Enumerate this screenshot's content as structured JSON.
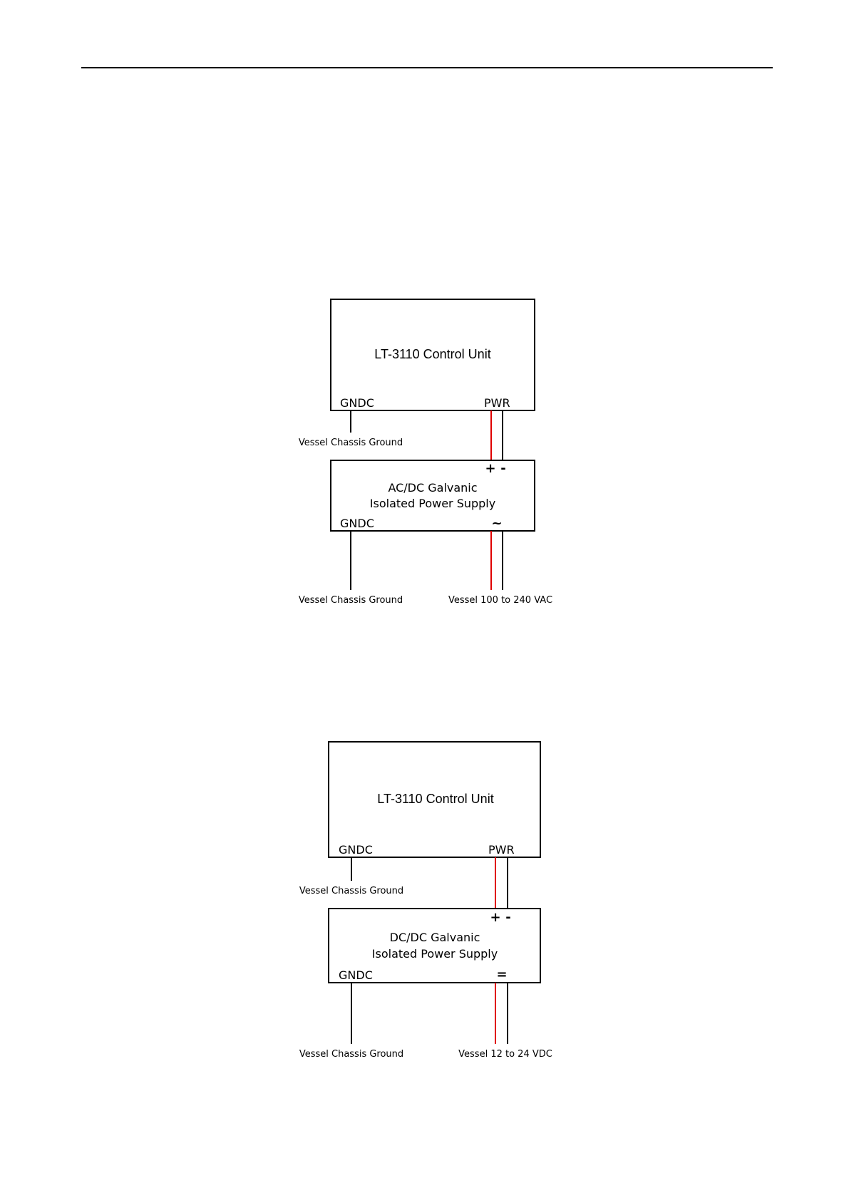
{
  "colors": {
    "line": "#000000",
    "positive_wire": "#e00000",
    "background": "#ffffff"
  },
  "diagram_ac": {
    "control_unit": {
      "title": "LT-3110 Control Unit",
      "gndc": "GNDC",
      "pwr": "PWR"
    },
    "chassis_ground_upper": "Vessel Chassis Ground",
    "power_supply": {
      "plus": "+",
      "minus": "-",
      "line1": "AC/DC Galvanic",
      "line2": "Isolated Power Supply",
      "gndc": "GNDC",
      "input_symbol": "~"
    },
    "chassis_ground_lower": "Vessel Chassis Ground",
    "source": "Vessel 100 to 240 VAC"
  },
  "diagram_dc": {
    "control_unit": {
      "title": "LT-3110 Control Unit",
      "gndc": "GNDC",
      "pwr": "PWR"
    },
    "chassis_ground_upper": "Vessel Chassis Ground",
    "power_supply": {
      "plus": "+",
      "minus": "-",
      "line1": "DC/DC Galvanic",
      "line2": "Isolated Power Supply",
      "gndc": "GNDC",
      "input_symbol": "="
    },
    "chassis_ground_lower": "Vessel Chassis Ground",
    "source": "Vessel 12 to 24 VDC"
  }
}
